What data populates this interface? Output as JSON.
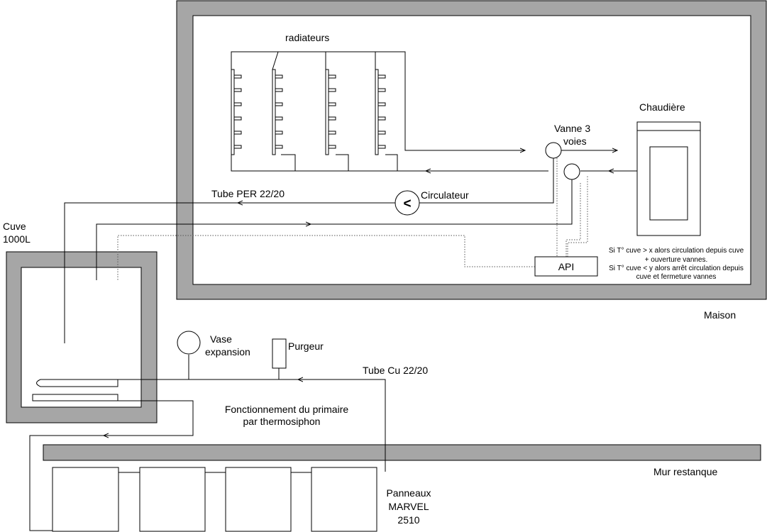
{
  "labels": {
    "radiators": "radiateurs",
    "boiler": "Chaudière",
    "valve_line1": "Vanne 3",
    "valve_line2": "voies",
    "pump": "Circulateur",
    "pump_symbol": "<",
    "tube_per": "Tube PER 22/20",
    "tank_line1": "Cuve",
    "tank_line2": "1000L",
    "house": "Maison",
    "plc": "API",
    "control_note": [
      "Si T° cuve > x alors circulation depuis cuve",
      "+ ouverture vannes.",
      "Si T° cuve < y alors arrêt circulation depuis",
      "cuve et fermeture vannes"
    ],
    "expansion_line1": "Vase",
    "expansion_line2": "expansion",
    "bleeder": "Purgeur",
    "tube_cu": "Tube Cu 22/20",
    "primary_line1": "Fonctionnement du primaire",
    "primary_line2": "par thermosiphon",
    "wall": "Mur restanque",
    "panels_line1": "Panneaux",
    "panels_line2": "MARVEL",
    "panels_line3": "2510"
  },
  "colors": {
    "wall_fill": "#a6a6a6",
    "line": "#000000",
    "dotted": "#555555",
    "background": "#ffffff"
  }
}
